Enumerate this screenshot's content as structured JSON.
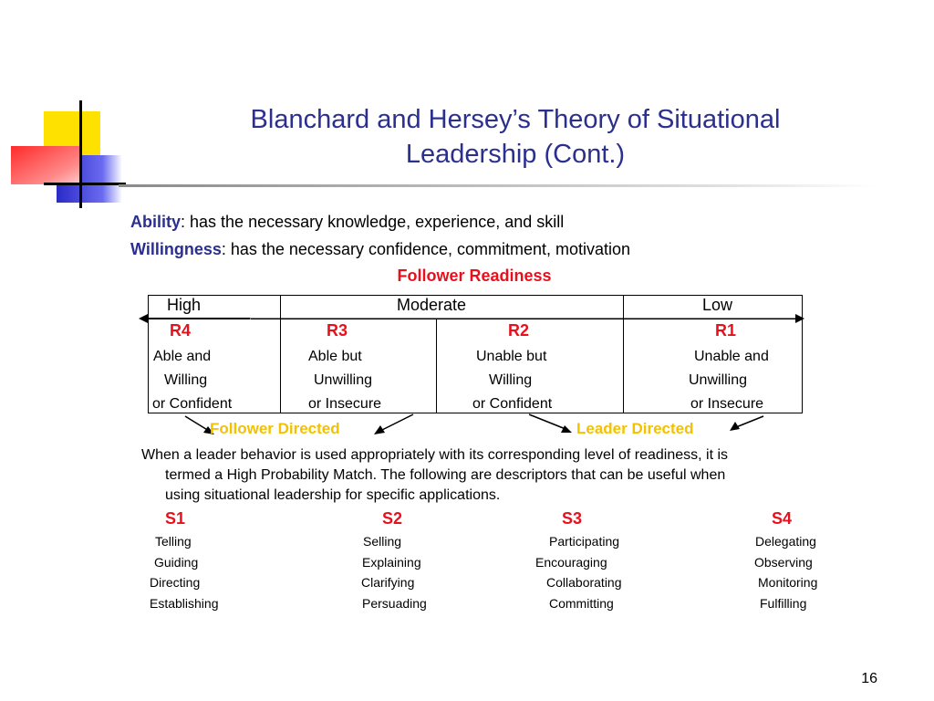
{
  "slide": {
    "title_line1": "Blanchard and Hersey’s  Theory of Situational",
    "title_line2": "Leadership (Cont.)",
    "page_number": "16"
  },
  "definitions": {
    "ability_term": "Ability",
    "ability_text": ": has the necessary knowledge, experience, and skill",
    "willingness_term": "Willingness",
    "willingness_text": ": has the necessary confidence, commitment, motivation"
  },
  "readiness": {
    "title": "Follower Readiness",
    "levels": {
      "high": "High",
      "moderate": "Moderate",
      "low": "Low"
    },
    "columns": [
      {
        "label": "R4",
        "line1": "Able and",
        "line2": "Willing",
        "line3": "or Confident"
      },
      {
        "label": "R3",
        "line1": "Able  but",
        "line2": "Unwilling",
        "line3": "or Insecure"
      },
      {
        "label": "R2",
        "line1": "Unable but",
        "line2": "Willing",
        "line3": "or Confident"
      },
      {
        "label": "R1",
        "line1": "Unable and",
        "line2": "Unwilling",
        "line3": "or Insecure"
      }
    ],
    "follower_directed": "Follower Directed",
    "leader_directed": "Leader  Directed"
  },
  "paragraph": {
    "line1": "When a leader behavior is used appropriately with its corresponding level of readiness, it is",
    "line2": "termed a High Probability Match. The following are descriptors that can be useful when",
    "line3": "using situational leadership for specific applications."
  },
  "styles": [
    {
      "label": "S1",
      "items": [
        "Telling",
        "Guiding",
        "Directing",
        "Establishing"
      ]
    },
    {
      "label": "S2",
      "items": [
        "Selling",
        "Explaining",
        "Clarifying",
        "Persuading"
      ]
    },
    {
      "label": "S3",
      "items": [
        "Participating",
        "Encouraging",
        "Collaborating",
        "Committing"
      ]
    },
    {
      "label": "S4",
      "items": [
        "Delegating",
        "Observing",
        "Monitoring",
        "Fulfilling"
      ]
    }
  ],
  "colors": {
    "title": "#2b2f8e",
    "red_label": "#e8101c",
    "yellow_label": "#f2c200",
    "logo_yellow": "#ffe100",
    "logo_blue": "#3a3ad0",
    "logo_red": "#ff4040"
  }
}
